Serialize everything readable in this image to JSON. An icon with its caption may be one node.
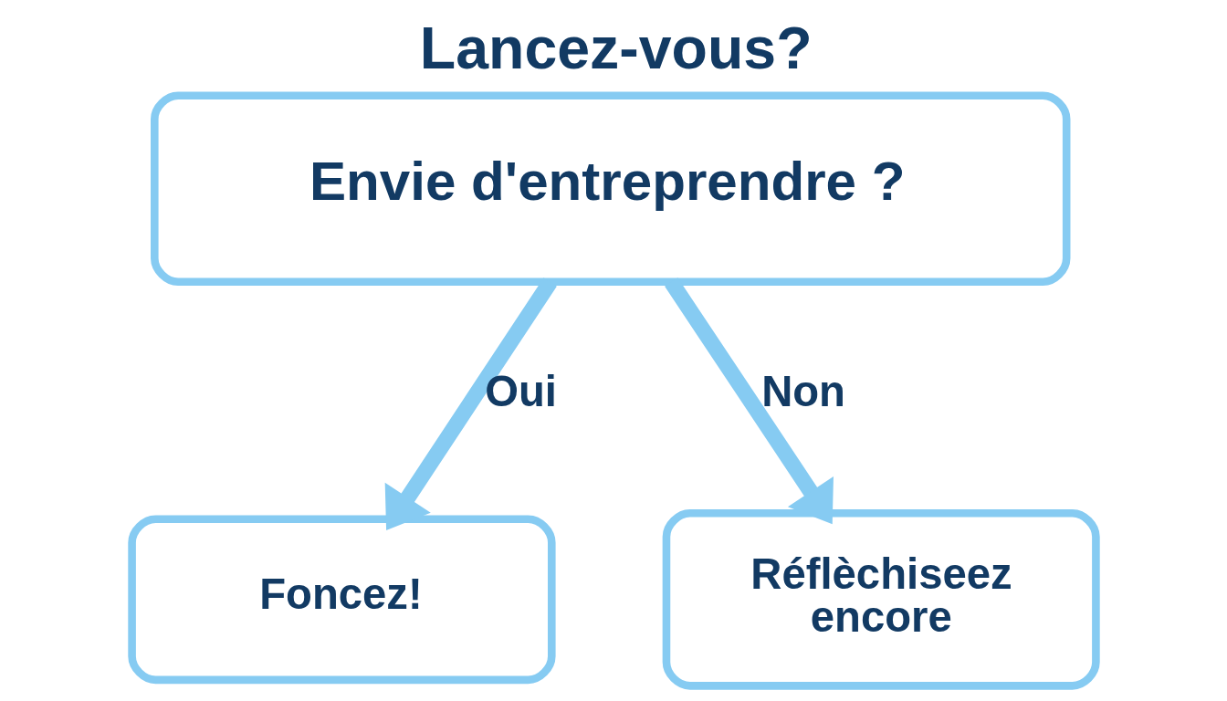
{
  "diagram": {
    "title": "Lancez-vous?",
    "nodes": [
      {
        "text": [
          "Envie d'entreprendre ?"
        ]
      },
      {
        "text": [
          "Foncez!"
        ]
      },
      {
        "text": [
          "Réflèchiseez encore"
        ]
      }
    ],
    "edges": [
      {
        "from": 0,
        "to": 1,
        "arrow": "to",
        "label": "Oui"
      },
      {
        "from": 0,
        "to": 2,
        "arrow": "to",
        "label": "Non"
      }
    ]
  }
}
